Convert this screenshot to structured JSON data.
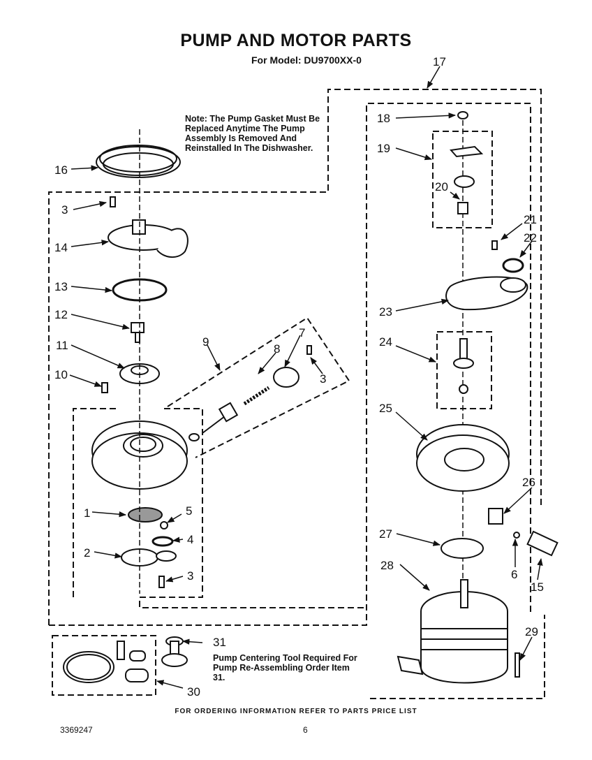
{
  "title": "PUMP AND MOTOR PARTS",
  "model": "For Model: DU9700XX-0",
  "note": "Note: The Pump Gasket Must Be Replaced Anytime The Pump Assembly Is Removed And Reinstalled In The Dishwasher.",
  "tool_note": "Pump Centering Tool Required For Pump Re-Assembling Order Item 31.",
  "footer": "FOR ORDERING INFORMATION REFER TO PARTS PRICE LIST",
  "doc_number": "3369247",
  "page_number": "6",
  "callouts": {
    "c16": "16",
    "c3a": "3",
    "c14": "14",
    "c13": "13",
    "c12": "12",
    "c11": "11",
    "c10": "10",
    "c9": "9",
    "c8": "8",
    "c7": "7",
    "c3b": "3",
    "c1": "1",
    "c5": "5",
    "c4": "4",
    "c2": "2",
    "c3c": "3",
    "c31": "31",
    "c30": "30",
    "c17": "17",
    "c18": "18",
    "c19": "19",
    "c20": "20",
    "c21": "21",
    "c22": "22",
    "c23": "23",
    "c24": "24",
    "c25": "25",
    "c26": "26",
    "c27": "27",
    "c6": "6",
    "c15": "15",
    "c28": "28",
    "c29": "29"
  }
}
